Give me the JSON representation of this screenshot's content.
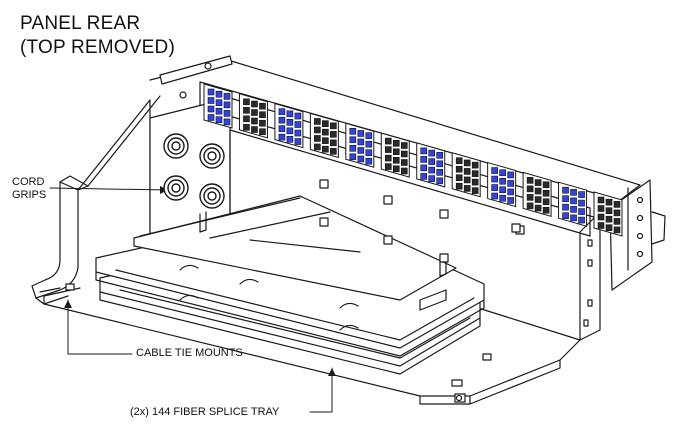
{
  "title": {
    "line1": "PANEL REAR",
    "line2": "(TOP REMOVED)"
  },
  "callouts": {
    "cord_grips_line1": "CORD",
    "cord_grips_line2": "GRIPS",
    "cable_tie_mounts": "CABLE TIE MOUNTS",
    "splice_tray": "(2x) 144 FIBER SPLICE TRAY"
  },
  "colors": {
    "line": "#1a1a1a",
    "adapter_blue": "#3344dd",
    "adapter_black": "#2a2a2a",
    "background": "#ffffff"
  }
}
